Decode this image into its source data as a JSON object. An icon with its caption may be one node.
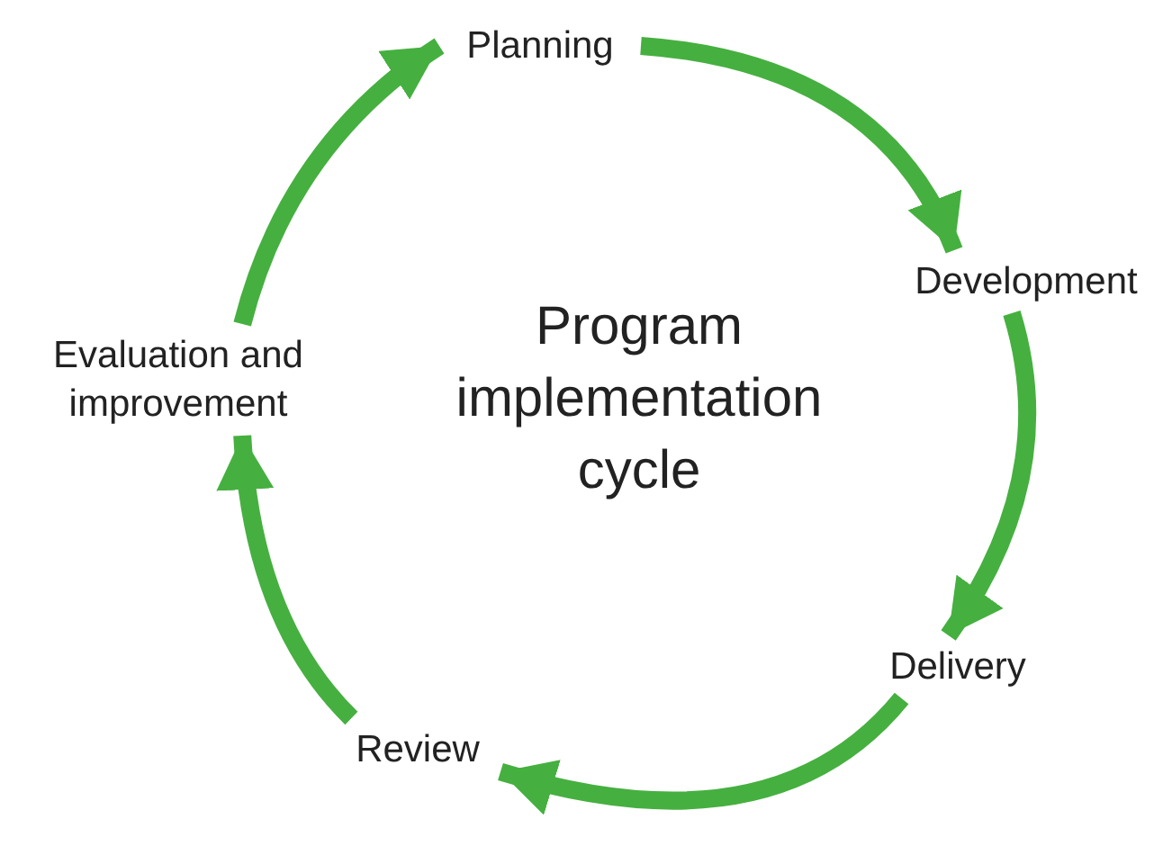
{
  "diagram": {
    "title": "Program implementation cycle",
    "nodes": [
      {
        "text": [
          "Planning"
        ]
      },
      {
        "text": [
          "Development"
        ]
      },
      {
        "text": [
          "Delivery"
        ]
      },
      {
        "text": [
          "Review"
        ]
      },
      {
        "text": [
          "Evaluation and improvement"
        ]
      }
    ],
    "edges": [
      {
        "from": 0,
        "to": 1,
        "arrow": "to"
      },
      {
        "from": 1,
        "to": 2,
        "arrow": "to"
      },
      {
        "from": 2,
        "to": 3,
        "arrow": "to"
      },
      {
        "from": 3,
        "to": 4,
        "arrow": "to"
      },
      {
        "from": 4,
        "to": 0,
        "arrow": "to"
      }
    ]
  }
}
